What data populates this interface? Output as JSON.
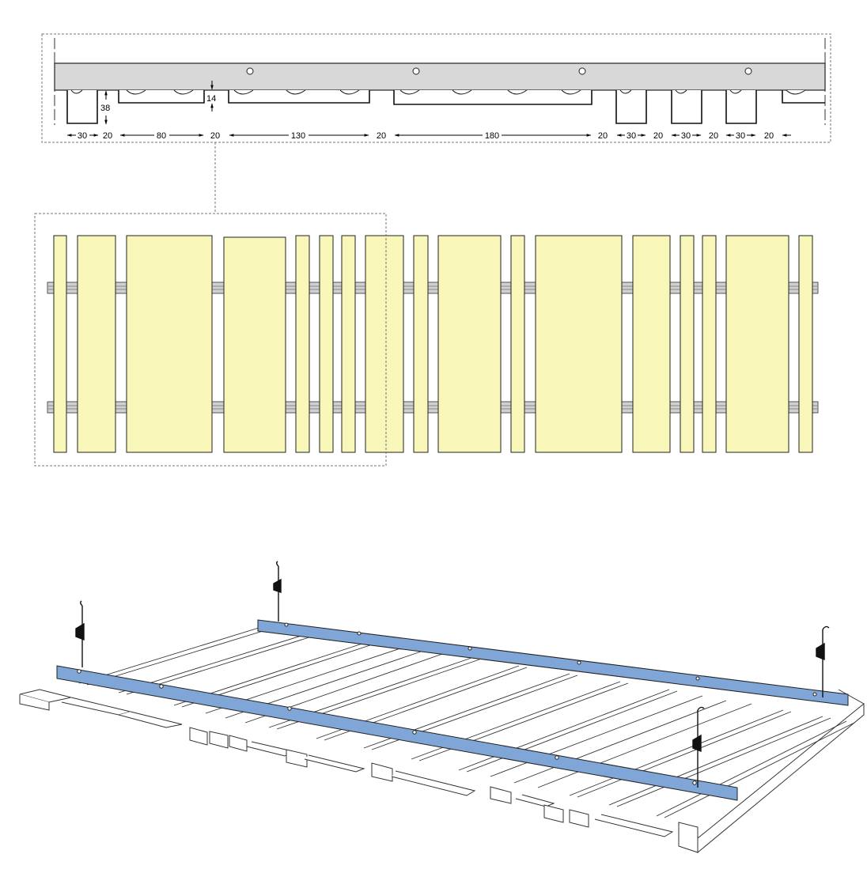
{
  "section_dimensions": {
    "height_label": "38",
    "lip_label": "14",
    "widths": [
      "30",
      "20",
      "80",
      "20",
      "130",
      "20",
      "180",
      "20",
      "30",
      "20",
      "30",
      "20",
      "30",
      "20"
    ]
  },
  "colors": {
    "rail_grey": "#d8d8d8",
    "slat_yellow": "#f8f6b8",
    "carrier_blue": "#7fa6d6",
    "outline": "#222222",
    "dash_frame": "#777777"
  }
}
